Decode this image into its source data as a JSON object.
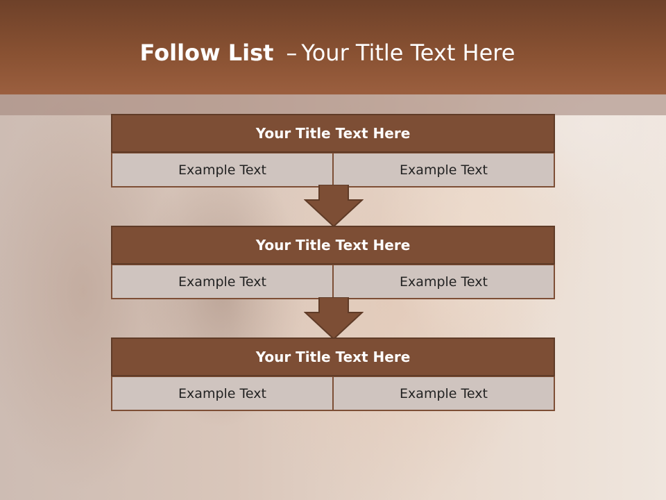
{
  "slide": {
    "title_bold": "Follow List",
    "title_sep": "–",
    "title_rest": "Your Title Text Here"
  },
  "steps": [
    {
      "title": "Your Title Text Here",
      "left": "Example Text",
      "right": "Example Text"
    },
    {
      "title": "Your Title Text Here",
      "left": "Example Text",
      "right": "Example Text"
    },
    {
      "title": "Your Title Text Here",
      "left": "Example Text",
      "right": "Example Text"
    }
  ],
  "colors": {
    "header": "#8a5233",
    "block_title": "#7d4e35",
    "cell": "#cfc4bf",
    "arrow": "#7d4e35"
  },
  "icons": {
    "connector": "down-arrow-icon"
  }
}
